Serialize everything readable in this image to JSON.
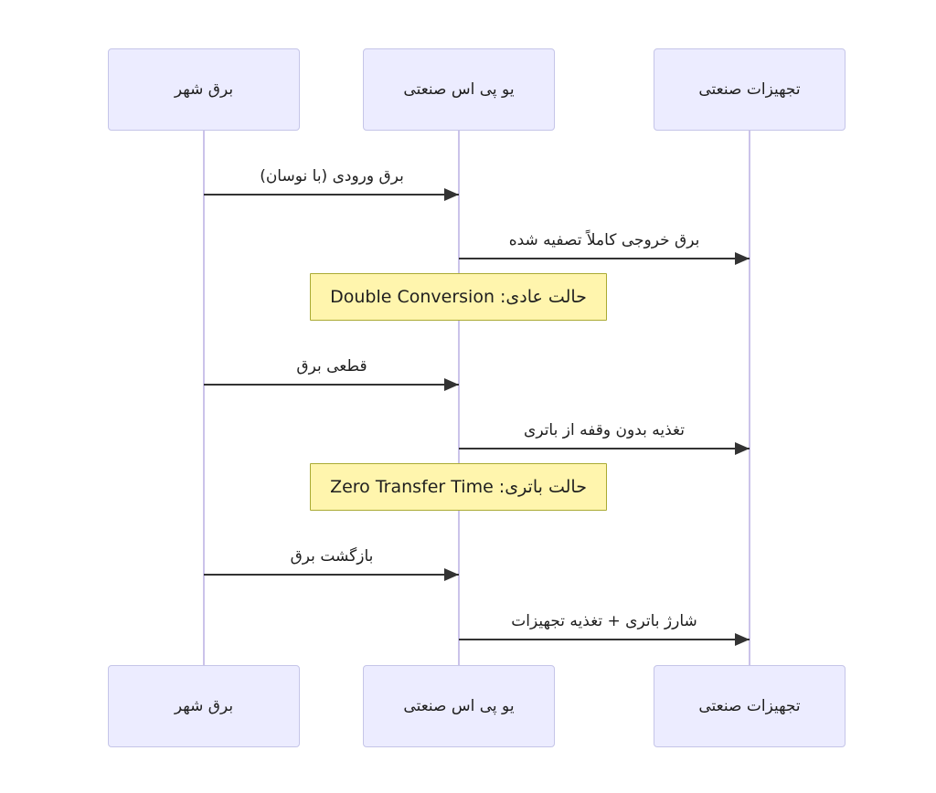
{
  "diagram": {
    "kind": "sequence-diagram",
    "language": "fa",
    "direction": "rtl"
  },
  "actors": [
    {
      "id": "city-power",
      "label": "برق شهر"
    },
    {
      "id": "industrial-ups",
      "label": "یو پی اس صنعتی"
    },
    {
      "id": "industrial-equipment",
      "label": "تجهیزات صنعتی"
    }
  ],
  "messages": [
    {
      "from": "city-power",
      "to": "industrial-ups",
      "label": "برق ورودی (با نوسان)"
    },
    {
      "from": "industrial-ups",
      "to": "industrial-equipment",
      "label": "برق خروجی کاملاً تصفیه شده"
    },
    {
      "from": "city-power",
      "to": "industrial-ups",
      "label": "قطعی برق"
    },
    {
      "from": "industrial-ups",
      "to": "industrial-equipment",
      "label": "تغذیه بدون وقفه از باتری"
    },
    {
      "from": "city-power",
      "to": "industrial-ups",
      "label": "بازگشت برق"
    },
    {
      "from": "industrial-ups",
      "to": "industrial-equipment",
      "label": "شارژ باتری + تغذیه تجهیزات"
    }
  ],
  "notes": [
    {
      "over": "industrial-ups",
      "label": "حالت عادی: Double Conversion"
    },
    {
      "over": "industrial-ups",
      "label": "حالت باتری: Zero Transfer Time"
    }
  ],
  "colors": {
    "actor_fill": "#ECECFF",
    "actor_border": "#c5c5e8",
    "lifeline": "#cbc3ea",
    "note_fill": "#fff5ad",
    "note_border": "#aaaa33",
    "arrow": "#333333",
    "text": "#1f1f1f",
    "background": "#ffffff"
  }
}
